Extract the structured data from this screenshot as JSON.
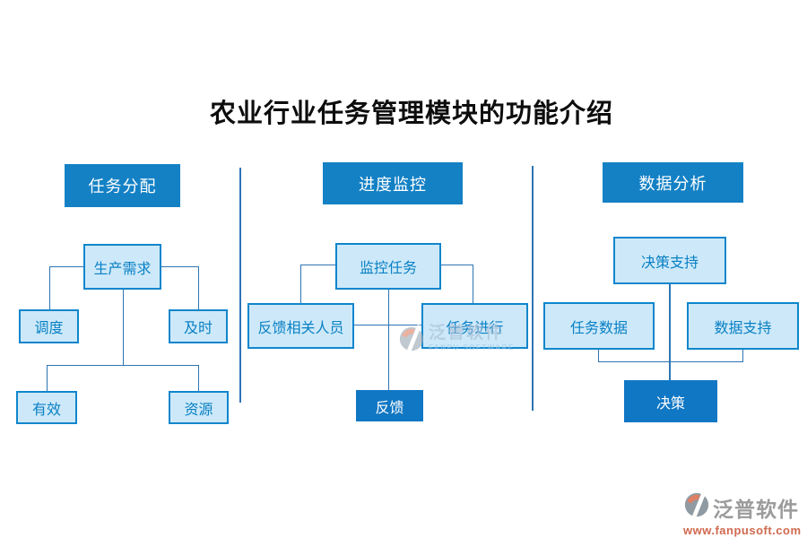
{
  "title": "农业行业任务管理模块的功能介绍",
  "columns": [
    {
      "header": "任务分配",
      "nodes": {
        "root": "生产需求",
        "left": "调度",
        "right": "及时",
        "bottom_left": "有效",
        "bottom_right": "资源"
      }
    },
    {
      "header": "进度监控",
      "nodes": {
        "root": "监控任务",
        "left": "反馈相关人员",
        "right": "任务进行",
        "result": "反馈"
      }
    },
    {
      "header": "数据分析",
      "nodes": {
        "root": "决策支持",
        "left": "任务数据",
        "right": "数据支持",
        "result": "决策"
      }
    }
  ],
  "watermarks": {
    "center": {
      "brand": "泛普软件",
      "tagline": "FANPU SOFTWARE"
    },
    "corner": {
      "brand": "泛普软件",
      "url": "www.fanpusoft.com"
    }
  },
  "colors": {
    "header_bg": "#1481c5",
    "node_fill": "#cde9f9",
    "node_border": "#0f86cc",
    "node_text": "#0a80c4",
    "result_bg": "#1077c4",
    "connector_line": "#2e74b5",
    "watermark_url": "#d0694f",
    "watermark_brand_gray": "#9b9b9b"
  }
}
